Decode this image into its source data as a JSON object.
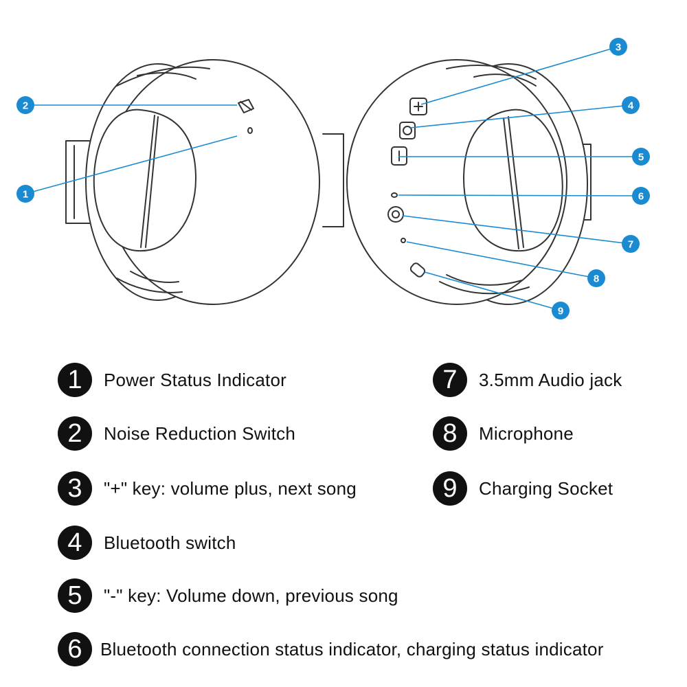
{
  "callouts": [
    "1",
    "2",
    "3",
    "4",
    "5",
    "6",
    "7",
    "8",
    "9"
  ],
  "legend": [
    {
      "number": "1",
      "label": "Power Status Indicator"
    },
    {
      "number": "2",
      "label": "Noise Reduction Switch"
    },
    {
      "number": "3",
      "label": "\"+\" key: volume plus, next song"
    },
    {
      "number": "4",
      "label": "Bluetooth switch"
    },
    {
      "number": "5",
      "label": "\"-\" key: Volume down, previous song"
    },
    {
      "number": "6",
      "label": "Bluetooth connection status indicator, charging status indicator"
    },
    {
      "number": "7",
      "label": "3.5mm Audio jack"
    },
    {
      "number": "8",
      "label": "Microphone"
    },
    {
      "number": "9",
      "label": "Charging Socket"
    }
  ],
  "colors": {
    "callout": "#1a8ad1",
    "outline": "#333333",
    "legend_circle": "#111111"
  }
}
